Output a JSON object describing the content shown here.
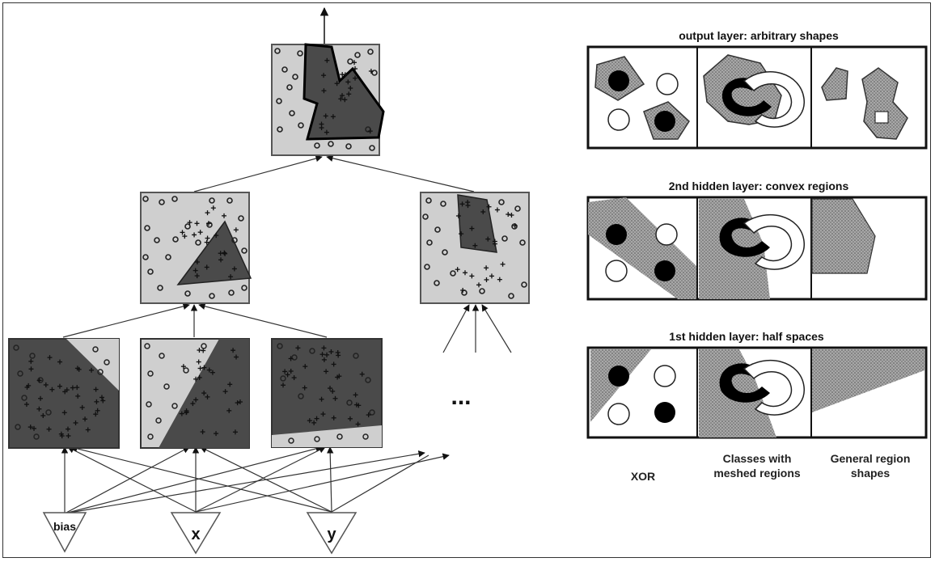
{
  "network": {
    "inputs": {
      "bias": "bias",
      "x": "x",
      "y": "y"
    },
    "ellipsis": "..."
  },
  "panels": {
    "output": {
      "title": "output layer: arbitrary shapes"
    },
    "hidden2": {
      "title": "2nd hidden layer: convex regions"
    },
    "hidden1": {
      "title": "1st hidden layer: half spaces"
    }
  },
  "columns": {
    "xor": "XOR",
    "meshed_line1": "Classes with",
    "meshed_line2": "meshed regions",
    "general_line1": "General region",
    "general_line2": "shapes"
  },
  "colors": {
    "dark_region": "#4a4a4a",
    "light_bg": "#cfcfcf",
    "hatch": "#8c8c8c",
    "ink": "#111111"
  }
}
